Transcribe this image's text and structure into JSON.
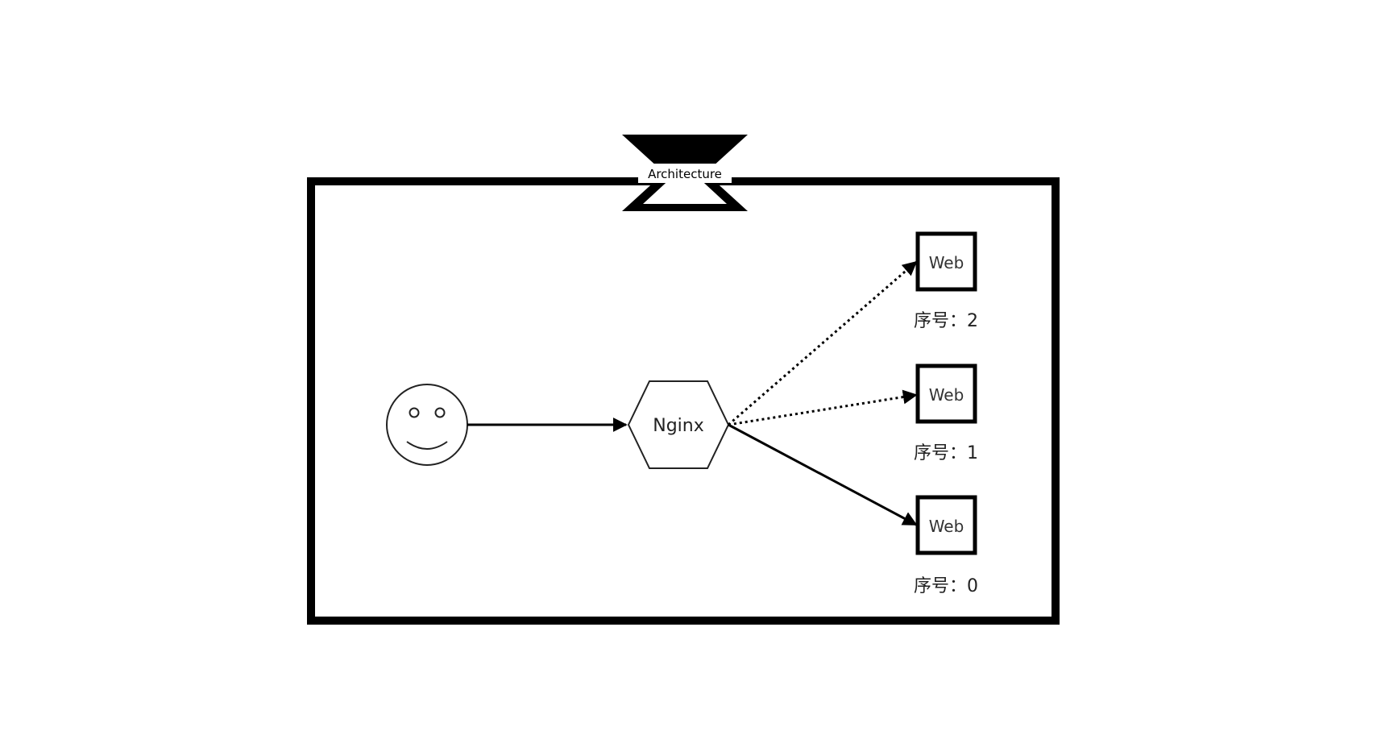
{
  "diagram": {
    "badge_label": "Architecture",
    "user": {
      "icon": "smiley-face-icon"
    },
    "proxy": {
      "label": "Nginx",
      "shape": "hexagon"
    },
    "servers": [
      {
        "label": "Web",
        "caption": "序号：2",
        "edge_style": "dotted"
      },
      {
        "label": "Web",
        "caption": "序号：1",
        "edge_style": "dotted"
      },
      {
        "label": "Web",
        "caption": "序号：0",
        "edge_style": "solid"
      }
    ],
    "colors": {
      "stroke": "#000000",
      "background": "#ffffff",
      "text": "#222222",
      "node_text": "#333333"
    }
  }
}
